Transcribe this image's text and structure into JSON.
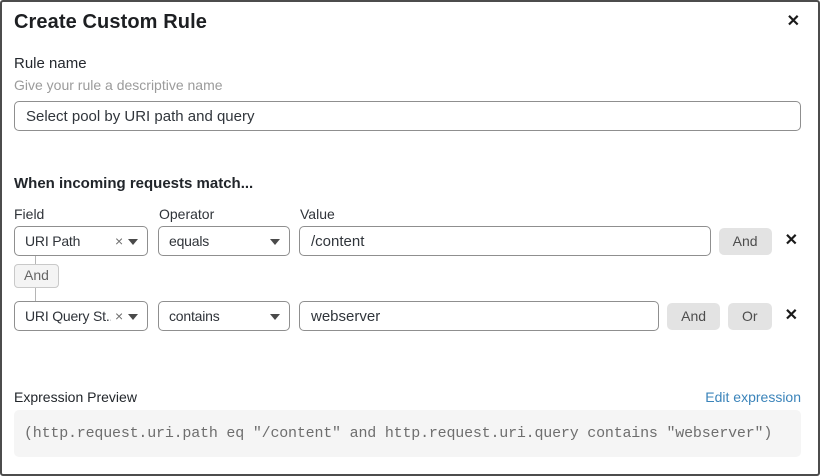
{
  "dialog": {
    "title": "Create Custom Rule",
    "close_icon": "✕"
  },
  "rule_name": {
    "label": "Rule name",
    "helper": "Give your rule a descriptive name",
    "value": "Select pool by URI path and query"
  },
  "match": {
    "heading": "When incoming requests match...",
    "columns": {
      "field": "Field",
      "operator": "Operator",
      "value": "Value"
    },
    "connector_label": "And",
    "clear_icon": "×",
    "remove_icon": "✕",
    "rows": [
      {
        "field": "URI Path",
        "operator": "equals",
        "value": "/content",
        "and_button": "And"
      },
      {
        "field": "URI Query St...",
        "operator": "contains",
        "value": "webserver",
        "and_button": "And",
        "or_button": "Or"
      }
    ]
  },
  "expression": {
    "label": "Expression Preview",
    "edit_link": "Edit expression",
    "code": "(http.request.uri.path eq \"/content\" and http.request.uri.query contains \"webserver\")"
  },
  "colors": {
    "link_blue": "#3b84ba",
    "code_background": "#f5f5f5",
    "chip_background": "#e3e3e3",
    "dialog_border": "#4c4c4c"
  }
}
